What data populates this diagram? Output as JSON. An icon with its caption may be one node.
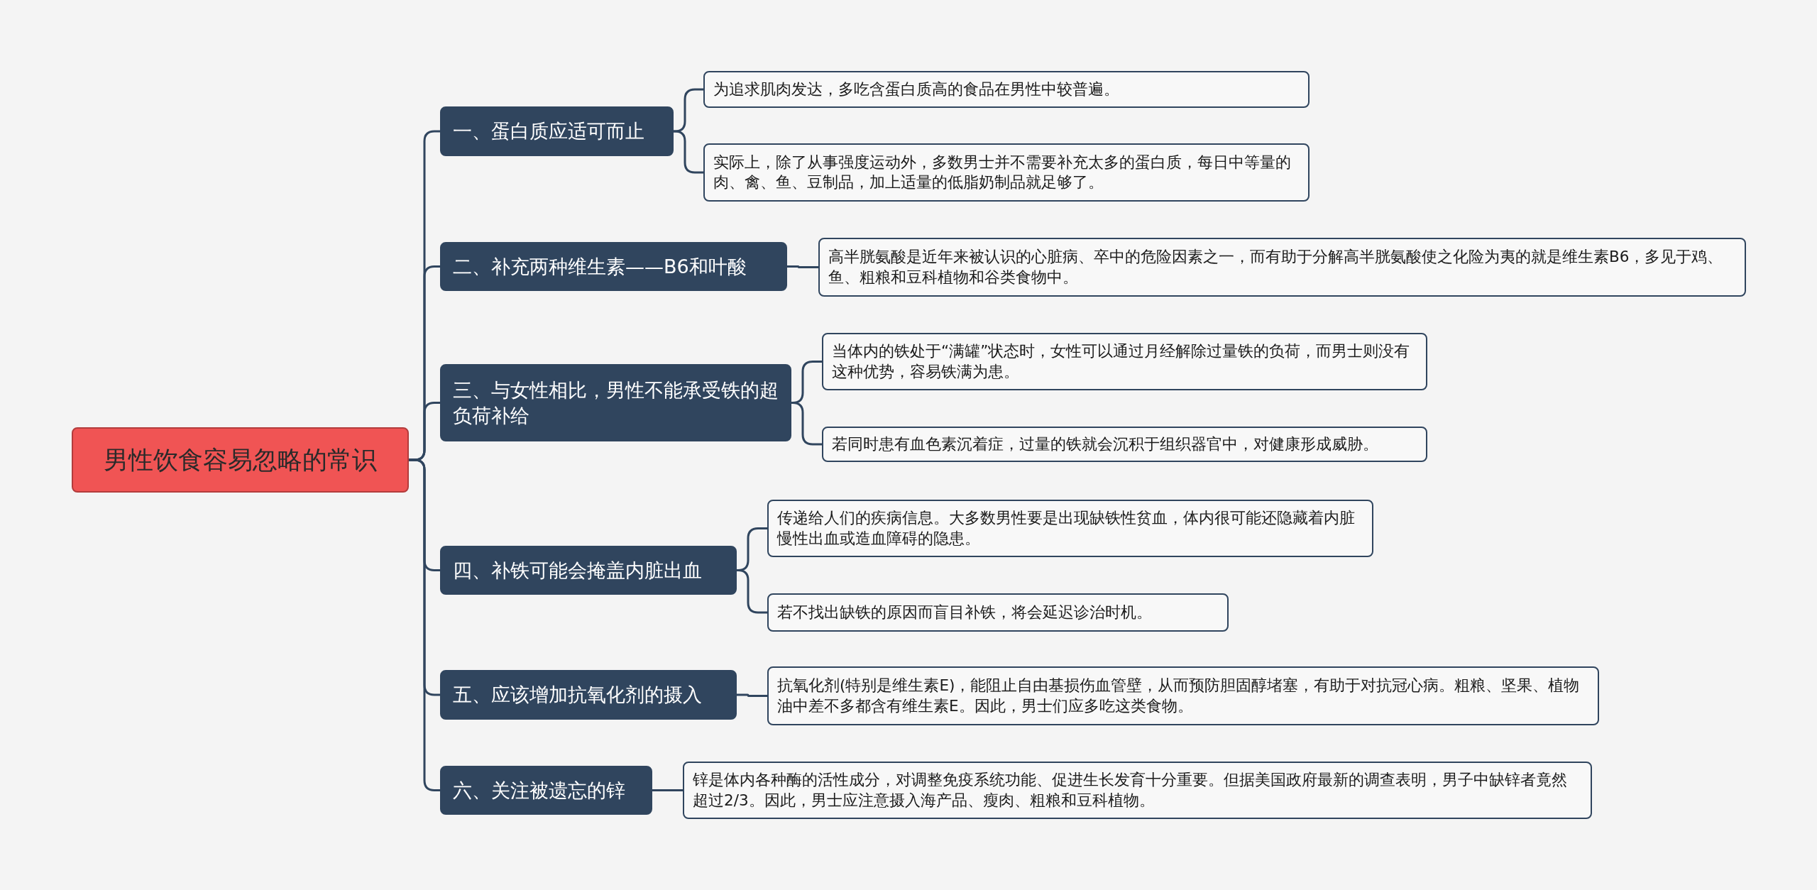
{
  "diagram": {
    "nodes": [
      {
        "text": [
          "男性饮食容易忽略的常识"
        ]
      },
      {
        "text": [
          "一、蛋白质应适可而止"
        ]
      },
      {
        "text": [
          "为追求肌肉发达，多吃含蛋白质高的食品在男性中较普遍。"
        ]
      },
      {
        "text": [
          "实际上，除了从事强度运动外，多数男士并不需要补充太多的蛋白质，每日中等量的肉、禽、鱼、豆制品，加上适量的低脂奶制品就足够了。"
        ]
      },
      {
        "text": [
          "二、补充两种维生素——B6和叶酸"
        ]
      },
      {
        "text": [
          "高半胱氨酸是近年来被认识的心脏病、卒中的危险因素之一，而有助于分解高半胱氨酸使之化险为夷的就是维生素B6，多见于鸡、鱼、粗粮和豆科植物和谷类食物中。"
        ]
      },
      {
        "text": [
          "三、与女性相比，男性不能承受铁的超负荷补给"
        ]
      },
      {
        "text": [
          "当体内的铁处于“满罐”状态时，女性可以通过月经解除过量铁的负荷，而男士则没有这种优势，容易铁满为患。"
        ]
      },
      {
        "text": [
          "若同时患有血色素沉着症，过量的铁就会沉积于组织器官中，对健康形成威胁。"
        ]
      },
      {
        "text": [
          "四、补铁可能会掩盖内脏出血"
        ]
      },
      {
        "text": [
          "传递给人们的疾病信息。大多数男性要是出现缺铁性贫血，体内很可能还隐藏着内脏慢性出血或造血障碍的隐患。"
        ]
      },
      {
        "text": [
          "若不找出缺铁的原因而盲目补铁，将会延迟诊治时机。"
        ]
      },
      {
        "text": [
          "五、应该增加抗氧化剂的摄入"
        ]
      },
      {
        "text": [
          "抗氧化剂(特别是维生素E)，能阻止自由基损伤血管壁，从而预防胆固醇堵塞，有助于对抗冠心病。粗粮、坚果、植物油中差不多都含有维生素E。因此，男士们应多吃这类食物。"
        ]
      },
      {
        "text": [
          "六、关注被遗忘的锌"
        ]
      },
      {
        "text": [
          "锌是体内各种酶的活性成分，对调整免疫系统功能、促进生长发育十分重要。但据美国政府最新的调查表明，男子中缺锌者竟然超过2/3。因此，男士应注意摄入海产品、瘦肉、粗粮和豆科植物。"
        ]
      }
    ],
    "edges": [
      {
        "from": 0,
        "to": 1,
        "arrow": "none"
      },
      {
        "from": 0,
        "to": 4,
        "arrow": "none"
      },
      {
        "from": 0,
        "to": 6,
        "arrow": "none"
      },
      {
        "from": 0,
        "to": 9,
        "arrow": "none"
      },
      {
        "from": 0,
        "to": 12,
        "arrow": "none"
      },
      {
        "from": 0,
        "to": 14,
        "arrow": "none"
      },
      {
        "from": 1,
        "to": 2,
        "arrow": "none"
      },
      {
        "from": 1,
        "to": 3,
        "arrow": "none"
      },
      {
        "from": 4,
        "to": 5,
        "arrow": "none"
      },
      {
        "from": 6,
        "to": 7,
        "arrow": "none"
      },
      {
        "from": 6,
        "to": 8,
        "arrow": "none"
      },
      {
        "from": 9,
        "to": 10,
        "arrow": "none"
      },
      {
        "from": 9,
        "to": 11,
        "arrow": "none"
      },
      {
        "from": 12,
        "to": 13,
        "arrow": "none"
      },
      {
        "from": 14,
        "to": 15,
        "arrow": "none"
      }
    ]
  }
}
